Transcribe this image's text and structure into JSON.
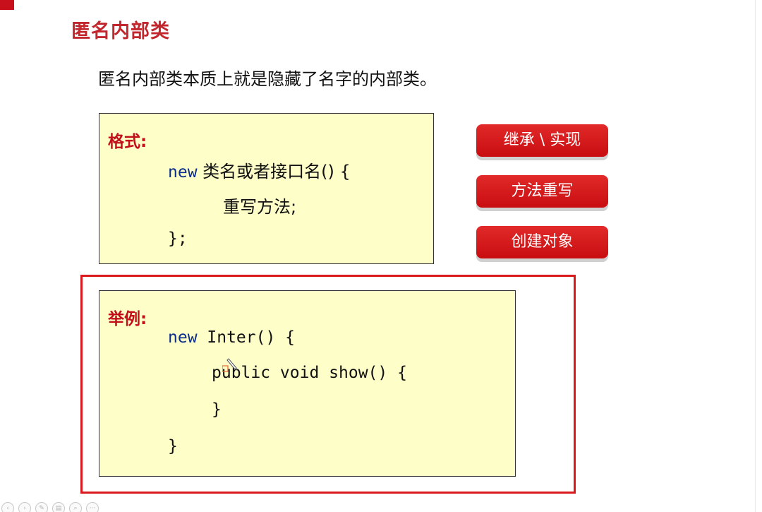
{
  "slide": {
    "title": "匿名内部类",
    "intro": "匿名内部类本质上就是隐藏了名字的内部类。"
  },
  "format_box": {
    "label": "格式:",
    "line1_keyword": "new",
    "line1_rest": " 类名或者接口名() {",
    "line2": "重写方法;",
    "line3": "};"
  },
  "example_box": {
    "label": "举例:",
    "line1_keyword": "new",
    "line1_rest": " Inter() {",
    "line2": "public void show() {",
    "line3": "}",
    "line4": "}"
  },
  "side_buttons": {
    "inherit": "继承 \\ 实现",
    "override": "方法重写",
    "create": "创建对象"
  },
  "toolbar": {
    "icons": [
      "prev-icon",
      "next-icon",
      "pen-icon",
      "page-icon",
      "zoom-icon",
      "more-icon"
    ],
    "more_label": "···"
  },
  "colors": {
    "accent": "#c1272d",
    "button": "#d71a1d",
    "code_bg": "#fefec9",
    "keyword": "#0b2d8c"
  }
}
